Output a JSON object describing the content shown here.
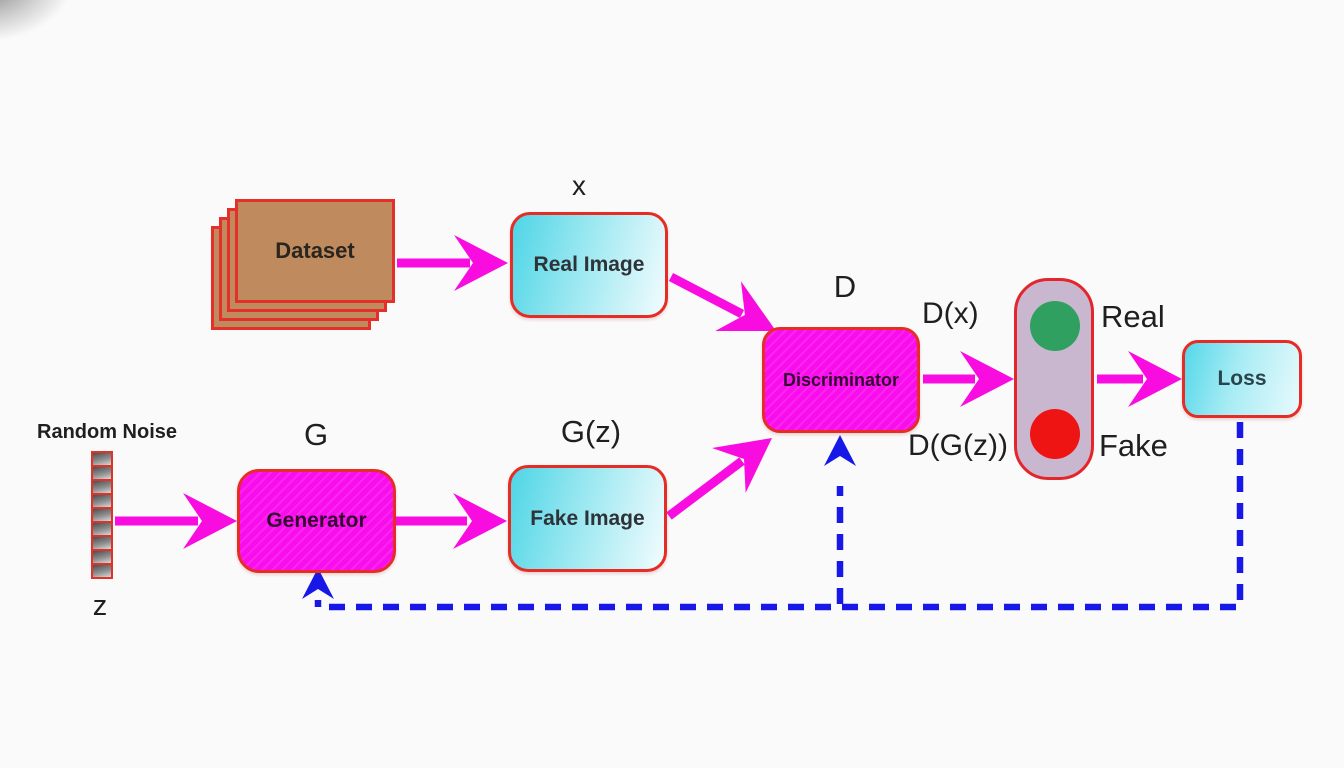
{
  "nodes": {
    "dataset": {
      "label": "Dataset"
    },
    "real_image": {
      "label": "Real Image",
      "tag": "x"
    },
    "random_noise": {
      "label": "Random Noise",
      "tag": "z"
    },
    "generator": {
      "label": "Generator",
      "tag": "G"
    },
    "fake_image": {
      "label": "Fake Image",
      "tag": "G(z)"
    },
    "discriminator": {
      "label": "Discriminator",
      "tag": "D"
    },
    "loss": {
      "label": "Loss"
    }
  },
  "outputs": {
    "dx_label": "D(x)",
    "dgz_label": "D(G(z))",
    "real_label": "Real",
    "fake_label": "Fake"
  },
  "colors": {
    "arrow_magenta": "#f80ce0",
    "box_magenta": "#fa0dec",
    "border_red": "#e62c25",
    "cyan_box": "#4ed5e6",
    "dataset_tan": "#bf8a5e",
    "pill_lavender": "#c9b7cf",
    "indicator_green": "#2fa060",
    "indicator_red": "#ee1414",
    "feedback_blue": "#1718e8",
    "label_text": "#1f1f1f"
  }
}
